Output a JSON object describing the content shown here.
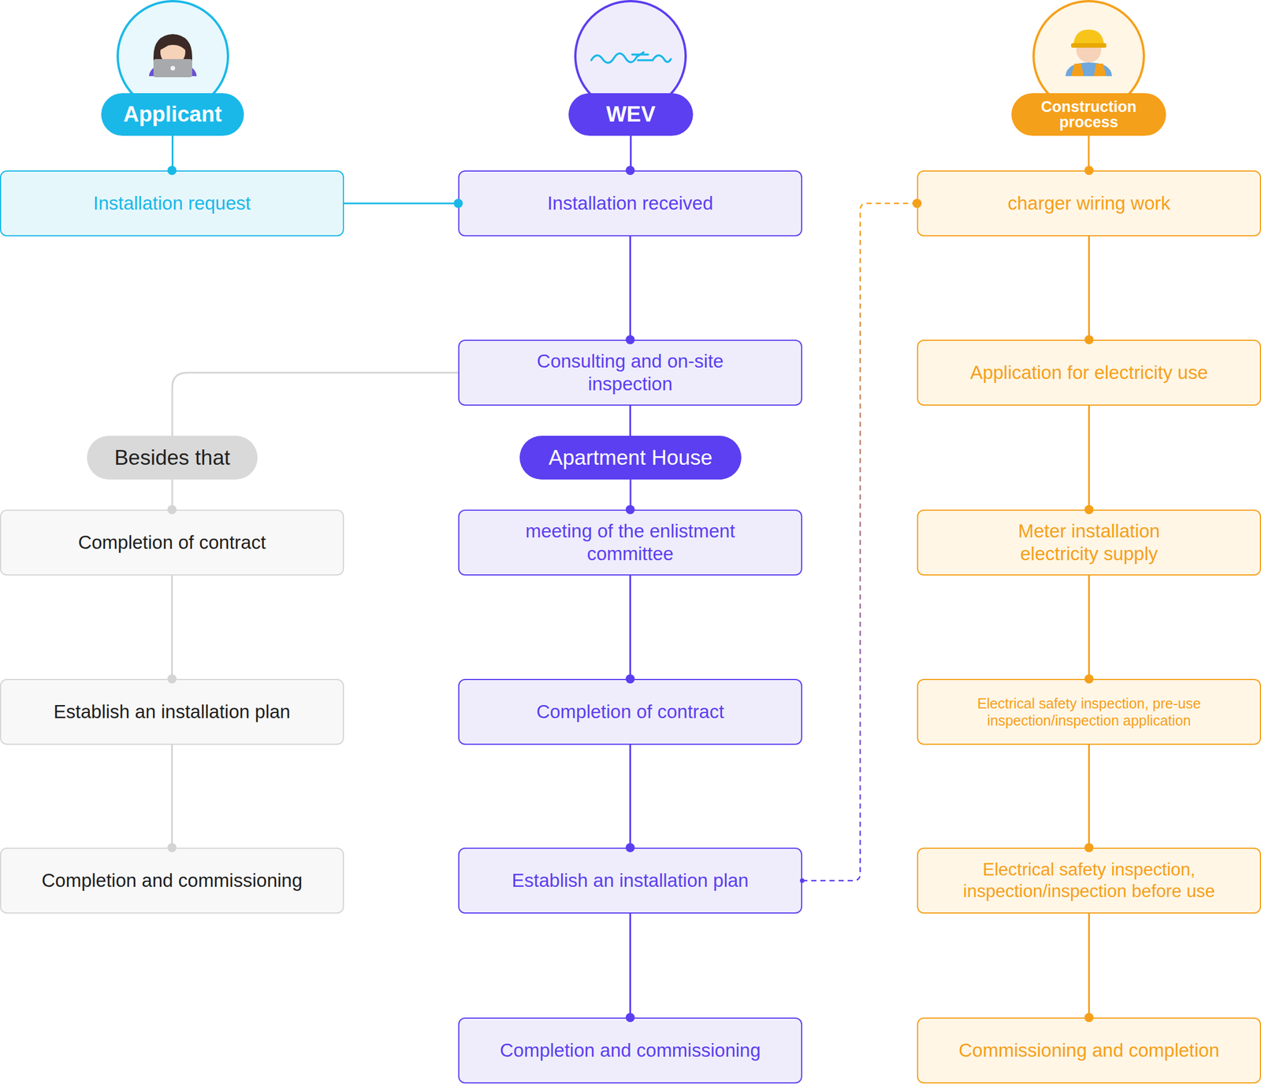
{
  "diagram": {
    "nodes": [
      {
        "text": [
          "Applicant"
        ]
      },
      {
        "text": [
          "WEV"
        ]
      },
      {
        "text": [
          "Construction process"
        ]
      },
      {
        "text": [
          "Installation request"
        ]
      },
      {
        "text": [
          "Installation received"
        ]
      },
      {
        "text": [
          "charger wiring work"
        ]
      },
      {
        "text": [
          "Consulting and on-site inspection"
        ]
      },
      {
        "text": [
          "Application for electricity use"
        ]
      },
      {
        "text": [
          "Besides that"
        ]
      },
      {
        "text": [
          "Apartment House"
        ]
      },
      {
        "text": [
          "Completion of contract"
        ]
      },
      {
        "text": [
          "meeting of the enlistment committee"
        ]
      },
      {
        "text": [
          "Meter installation electricity supply"
        ]
      },
      {
        "text": [
          "Establish an installation plan"
        ]
      },
      {
        "text": [
          "Completion of contract"
        ]
      },
      {
        "text": [
          "Electrical safety inspection, pre-use inspection/inspection application"
        ]
      },
      {
        "text": [
          "Completion and commissioning"
        ]
      },
      {
        "text": [
          "Establish an installation plan"
        ]
      },
      {
        "text": [
          "Electrical safety inspection, inspection/inspection before use"
        ]
      },
      {
        "text": [
          "Completion and commissioning"
        ]
      },
      {
        "text": [
          "Commissioning and completion"
        ]
      }
    ],
    "edges": [
      {
        "from": 0,
        "to": 3,
        "arrow": "none"
      },
      {
        "from": 3,
        "to": 4,
        "arrow": "none"
      },
      {
        "from": 1,
        "to": 4,
        "arrow": "none"
      },
      {
        "from": 4,
        "to": 6,
        "arrow": "none"
      },
      {
        "from": 6,
        "to": 8,
        "arrow": "none"
      },
      {
        "from": 6,
        "to": 9,
        "arrow": "none"
      },
      {
        "from": 9,
        "to": 11,
        "arrow": "none"
      },
      {
        "from": 11,
        "to": 14,
        "arrow": "none"
      },
      {
        "from": 14,
        "to": 17,
        "arrow": "none"
      },
      {
        "from": 17,
        "to": 19,
        "arrow": "none"
      },
      {
        "from": 8,
        "to": 10,
        "arrow": "none"
      },
      {
        "from": 10,
        "to": 13,
        "arrow": "none"
      },
      {
        "from": 13,
        "to": 16,
        "arrow": "none"
      },
      {
        "from": 2,
        "to": 5,
        "arrow": "none"
      },
      {
        "from": 5,
        "to": 7,
        "arrow": "none"
      },
      {
        "from": 7,
        "to": 12,
        "arrow": "none"
      },
      {
        "from": 12,
        "to": 15,
        "arrow": "none"
      },
      {
        "from": 15,
        "to": 18,
        "arrow": "none"
      },
      {
        "from": 18,
        "to": 20,
        "arrow": "none"
      },
      {
        "from": 17,
        "to": 5,
        "arrow": "none"
      }
    ]
  }
}
